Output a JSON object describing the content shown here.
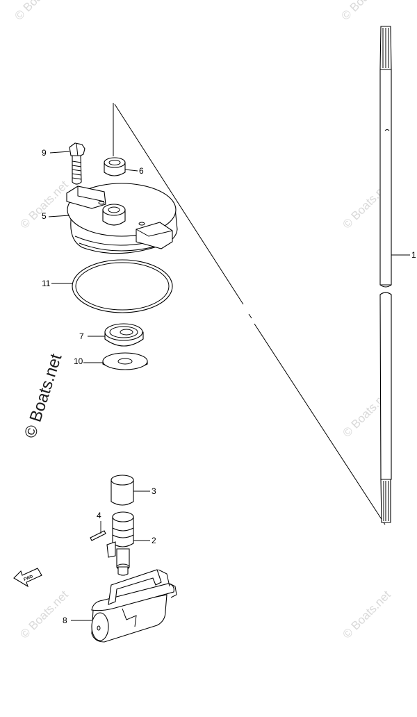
{
  "diagram": {
    "watermark_main": "© Boats.net",
    "watermark_small": "© Boats.net",
    "fwd_label": "FWD",
    "callouts": {
      "p1": "1",
      "p2": "2",
      "p3": "3",
      "p4": "4",
      "p5": "5",
      "p6": "6",
      "p7": "7",
      "p8": "8",
      "p9": "9",
      "p10": "10",
      "p11": "11"
    }
  },
  "colors": {
    "line": "#000000",
    "background": "#ffffff",
    "watermark_light": "#d9d9d9"
  }
}
